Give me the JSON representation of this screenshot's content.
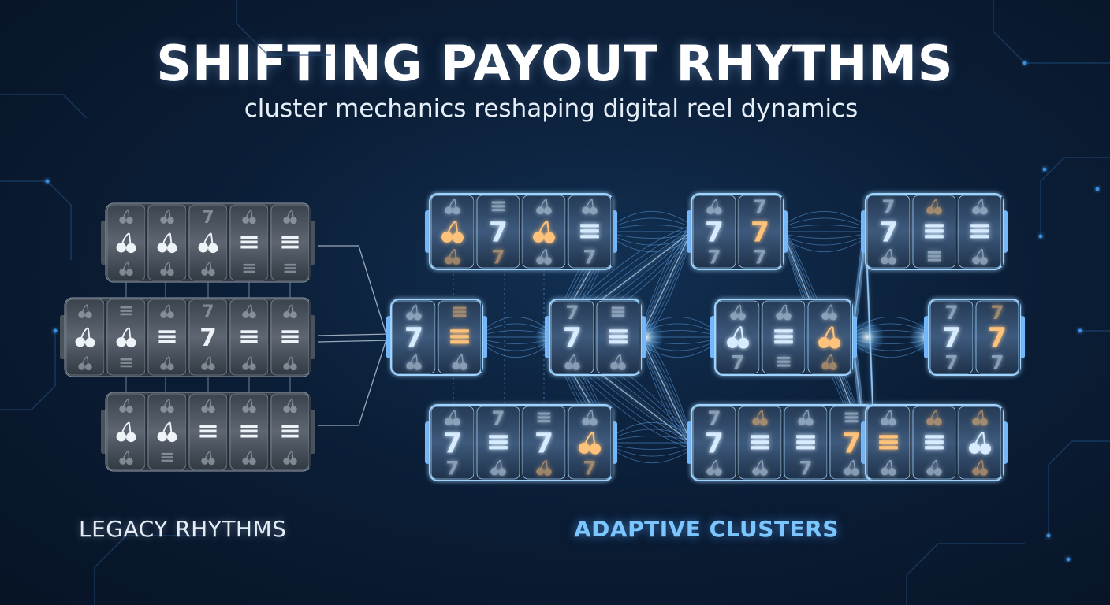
{
  "title": "SHIFTING PAYOUT RHYTHMS",
  "subtitle": "cluster mechanics reshaping digital reel dynamics",
  "labels": {
    "legacy": "LEGACY RHYTHMS",
    "adaptive": "ADAPTIVE CLUSTERS"
  },
  "symbols": {
    "seven": "7",
    "cherry": "cherry-icon",
    "bar": "bar-icon"
  },
  "colors": {
    "background": "#0b1e37",
    "legacy_reel": "#5a6470",
    "adaptive_glow": "#4aa8ff",
    "symbol_blue": "#d8ecff",
    "symbol_gold": "#ffc27a",
    "connector": "#6fb6ff"
  },
  "legacy_groups": [
    {
      "reels": [
        [
          "cherry",
          "cherry",
          "cherry"
        ],
        [
          "cherry",
          "cherry",
          "cherry"
        ],
        [
          "seven",
          "cherry",
          "cherry"
        ],
        [
          "cherry",
          "bar",
          "bar"
        ],
        [
          "cherry",
          "bar",
          "bar"
        ]
      ]
    },
    {
      "reels": [
        [
          "cherry",
          "cherry",
          "cherry"
        ],
        [
          "bar",
          "cherry",
          "bar"
        ],
        [
          "cherry",
          "bar",
          "cherry"
        ],
        [
          "seven",
          "seven",
          "cherry"
        ],
        [
          "cherry",
          "bar",
          "cherry"
        ],
        [
          "cherry",
          "bar",
          "cherry"
        ]
      ]
    },
    {
      "reels": [
        [
          "cherry",
          "cherry",
          "cherry"
        ],
        [
          "cherry",
          "cherry",
          "bar"
        ],
        [
          "cherry",
          "bar",
          "cherry"
        ],
        [
          "cherry",
          "bar",
          "cherry"
        ],
        [
          "cherry",
          "bar",
          "cherry"
        ]
      ]
    }
  ],
  "adaptive_groups": [
    {
      "reels": [
        [
          "cherry",
          "cherry",
          "cherry"
        ],
        [
          "bar",
          "seven",
          "seven"
        ],
        [
          "cherry",
          "cherry",
          "cherry"
        ],
        [
          "cherry",
          "bar",
          "seven"
        ]
      ],
      "gold": [
        0,
        1,
        1,
        0,
        0,
        1,
        0,
        1,
        0,
        0,
        0,
        0
      ]
    },
    {
      "reels": [
        [
          "cherry",
          "seven",
          "cherry"
        ],
        [
          "bar",
          "bar",
          "cherry"
        ]
      ],
      "gold": [
        0,
        0,
        0,
        1,
        1,
        0
      ]
    },
    {
      "reels": [
        [
          "seven",
          "seven",
          "cherry"
        ],
        [
          "bar",
          "bar",
          "cherry"
        ]
      ],
      "gold": [
        0,
        0,
        0,
        0,
        0,
        0
      ]
    },
    {
      "reels": [
        [
          "cherry",
          "seven",
          "seven"
        ],
        [
          "seven",
          "bar",
          "cherry"
        ],
        [
          "bar",
          "seven",
          "cherry"
        ],
        [
          "cherry",
          "cherry",
          "seven"
        ]
      ],
      "gold": [
        0,
        0,
        0,
        0,
        0,
        0,
        0,
        0,
        1,
        0,
        1,
        1
      ]
    },
    {
      "reels": [
        [
          "cherry",
          "seven",
          "seven"
        ],
        [
          "seven",
          "seven",
          "seven"
        ]
      ],
      "gold": [
        0,
        0,
        0,
        0,
        1,
        0
      ]
    },
    {
      "reels": [
        [
          "cherry",
          "cherry",
          "seven"
        ],
        [
          "cherry",
          "bar",
          "bar"
        ],
        [
          "cherry",
          "cherry",
          "cherry"
        ]
      ],
      "gold": [
        0,
        0,
        0,
        0,
        0,
        0,
        0,
        1,
        1
      ]
    },
    {
      "reels": [
        [
          "seven",
          "seven",
          "cherry"
        ],
        [
          "cherry",
          "bar",
          "cherry"
        ],
        [
          "cherry",
          "bar",
          "seven"
        ],
        [
          "bar",
          "seven",
          "cherry"
        ]
      ],
      "gold": [
        0,
        0,
        0,
        1,
        0,
        0,
        0,
        0,
        0,
        0,
        1,
        0
      ]
    },
    {
      "reels": [
        [
          "seven",
          "seven",
          "cherry"
        ],
        [
          "cherry",
          "bar",
          "bar"
        ],
        [
          "cherry",
          "bar",
          "cherry"
        ]
      ],
      "gold": [
        0,
        0,
        0,
        1,
        0,
        0,
        0,
        0,
        0
      ]
    },
    {
      "reels": [
        [
          "seven",
          "seven",
          "seven"
        ],
        [
          "seven",
          "seven",
          "seven"
        ]
      ],
      "gold": [
        0,
        0,
        0,
        1,
        1,
        0
      ]
    },
    {
      "reels": [
        [
          "cherry",
          "bar",
          "cherry"
        ],
        [
          "cherry",
          "bar",
          "cherry"
        ],
        [
          "cherry",
          "cherry",
          "cherry"
        ]
      ],
      "gold": [
        0,
        1,
        0,
        1,
        0,
        0,
        1,
        0,
        1
      ]
    }
  ]
}
